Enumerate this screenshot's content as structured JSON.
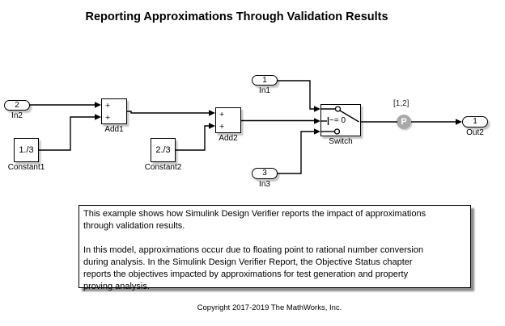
{
  "title": "Reporting Approximations Through Validation Results",
  "blocks": {
    "in2": {
      "port": "2",
      "label": "In2"
    },
    "in1": {
      "port": "1",
      "label": "In1"
    },
    "in3": {
      "port": "3",
      "label": "In3"
    },
    "out2": {
      "port": "1",
      "label": "Out2"
    },
    "constant1": {
      "value": "1./3",
      "label": "Constant1"
    },
    "constant2": {
      "value": "2./3",
      "label": "Constant2"
    },
    "add1": {
      "sign1": "+",
      "sign2": "+",
      "label": "Add1"
    },
    "add2": {
      "sign1": "+",
      "sign2": "+",
      "label": "Add2"
    },
    "switch": {
      "criteria": "~= 0",
      "label": "Switch"
    }
  },
  "annotations": {
    "signal_range": "[1,2]",
    "proof_badge": "P"
  },
  "description": {
    "lines": [
      "This example shows how Simulink Design Verifier reports the impact of approximations",
      "through validation results.",
      "",
      "In this model, approximations occur due to floating point to rational number conversion",
      "during analysis. In the Simulink Design Verifier Report, the Objective Status chapter",
      "reports the objectives impacted by approximations for test generation and property",
      "proving analysis."
    ]
  },
  "copyright": "Copyright 2017-2019 The MathWorks, Inc.",
  "colors": {
    "badge_gray": "#a9a9a9",
    "wire": "#000000"
  }
}
